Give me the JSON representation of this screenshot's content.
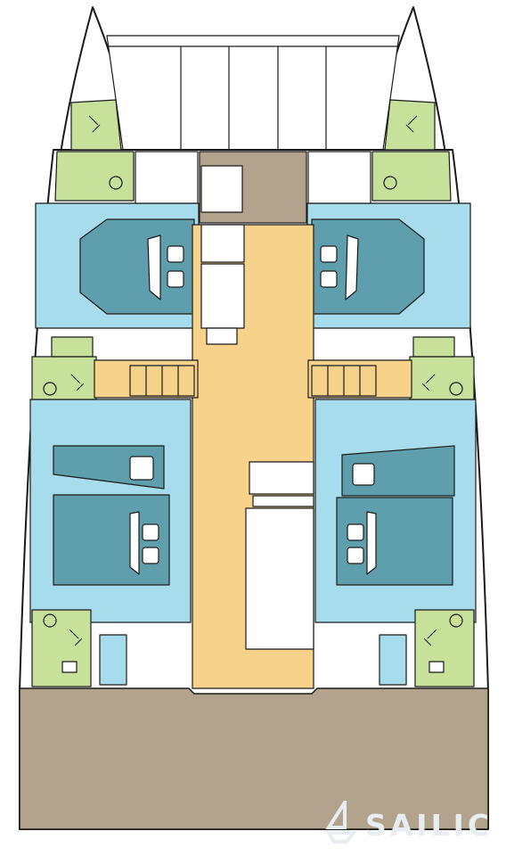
{
  "diagram": {
    "type": "catamaran-deck-layout",
    "colors": {
      "hull_outline": "#1a1a1a",
      "cabin": "#a7dcec",
      "bed": "#5f9eac",
      "head": "#c7e19a",
      "corridor": "#f6d28a",
      "deck": "#b4a38c",
      "white": "#ffffff"
    },
    "cabins": [
      {
        "id": "fore-port"
      },
      {
        "id": "fore-starboard"
      },
      {
        "id": "aft-port"
      },
      {
        "id": "aft-starboard"
      }
    ],
    "heads": [
      {
        "id": "fore-port"
      },
      {
        "id": "fore-starboard"
      },
      {
        "id": "mid-port"
      },
      {
        "id": "mid-starboard"
      },
      {
        "id": "aft-port"
      },
      {
        "id": "aft-starboard"
      }
    ],
    "icons": [
      "bed-icon",
      "pillow-icon",
      "toilet-icon",
      "shower-icon",
      "stairs-icon"
    ]
  },
  "watermark": {
    "text": "SAILIC",
    "logo": "sail-logo-icon"
  }
}
